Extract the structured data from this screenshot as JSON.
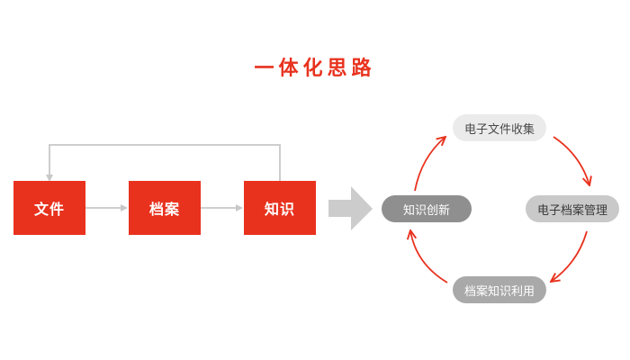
{
  "title": "一体化思路",
  "flow": {
    "boxes": [
      "文件",
      "档案",
      "知识"
    ]
  },
  "cycle": {
    "top": "电子文件收集",
    "right": "电子档案管理",
    "bottom": "档案知识利用",
    "left": "知识创新"
  },
  "colors": {
    "accent": "#e8321e",
    "connector": "#c8c8c8",
    "big_arrow": "#cccccc",
    "pill_light": "#ebebeb",
    "pill_mid": "#c9c9c9",
    "pill_dark": "#8f8f8f",
    "pill_gray": "#a9a9a9"
  }
}
